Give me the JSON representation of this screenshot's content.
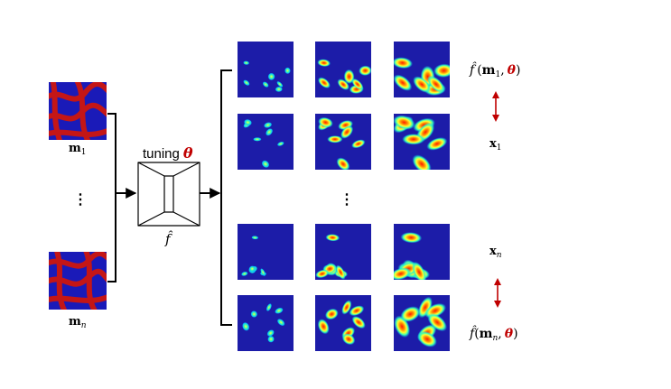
{
  "inputs": {
    "top_label": "m",
    "top_subscript": "1",
    "bottom_label": "m",
    "bottom_subscript": "n",
    "ellipsis": "⋮"
  },
  "network": {
    "tuning_label": "tuning",
    "theta_symbol": "θ",
    "model_label": "f̂"
  },
  "outputs": {
    "middle_ellipsis": "⋮"
  },
  "labels": {
    "pred_top": {
      "fn": "f̂",
      "open": "(",
      "m": "m",
      "sub": "1",
      "comma": ",",
      "theta": "θ",
      "close": ")"
    },
    "obs_top": {
      "x": "x",
      "sub": "1"
    },
    "obs_bottom": {
      "x": "x",
      "sub": "n"
    },
    "pred_bottom": {
      "fn": "f̂",
      "open": "(",
      "m": "m",
      "sub": "n",
      "comma": ",",
      "theta": "θ",
      "close": ")"
    }
  },
  "colors": {
    "field_background": "#1a1ab8",
    "channel": "#c41616",
    "heatmap_background": "#1c1ca8",
    "arrow_red": "#c00000",
    "theta_red": "#c00000"
  }
}
